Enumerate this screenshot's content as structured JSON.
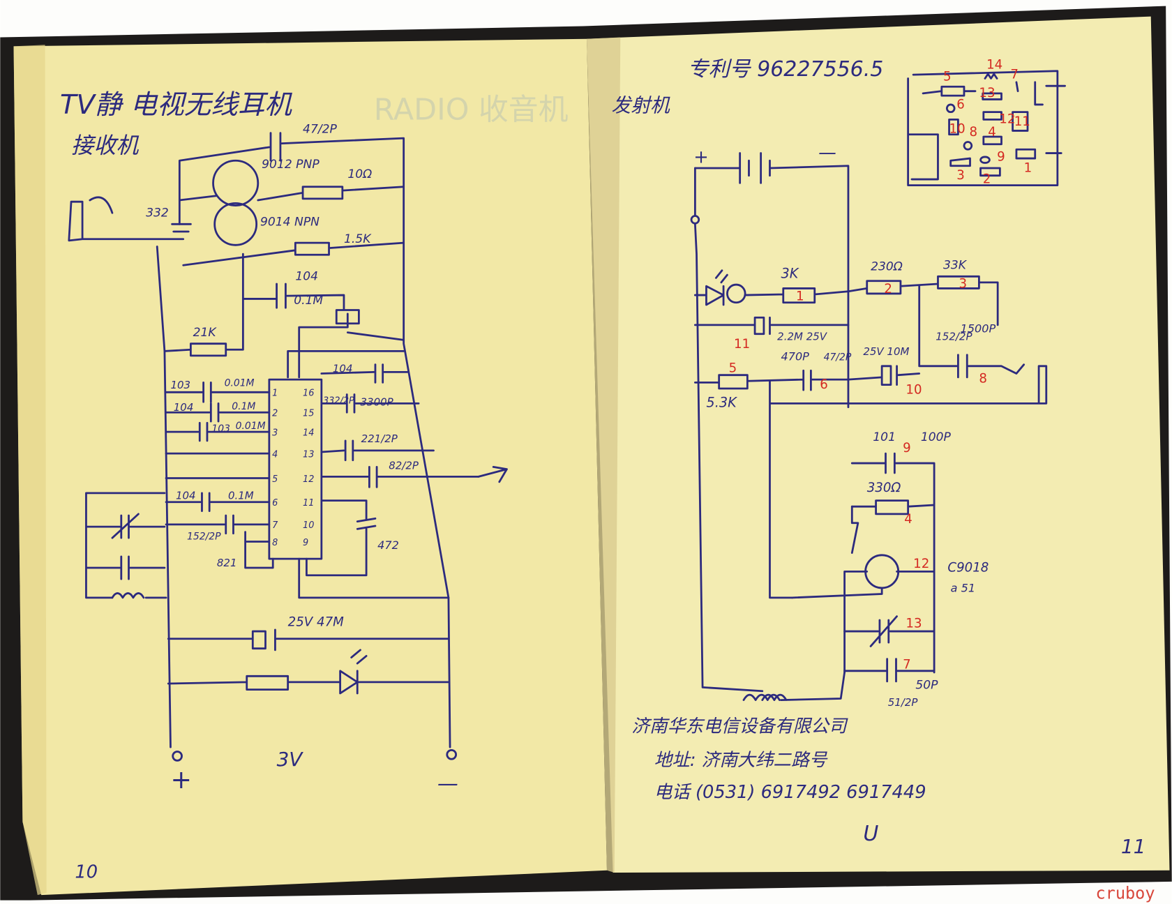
{
  "left_page": {
    "title": "TV静  电视无线耳机",
    "subtitle": "接收机",
    "labels": [
      "47/2P",
      "9012 PNP",
      "10Ω",
      "332",
      "9014 NPN",
      "1.5K",
      "104",
      "0.1M",
      "21K",
      "103",
      "0.01M",
      "104",
      "0.1M",
      "103",
      "0.01M",
      "104",
      "0.1M",
      "152/2P",
      "821",
      "104",
      "332/2P",
      "3300P",
      "221/2P",
      "82/2P",
      "472",
      "25V  47M"
    ],
    "ic_pins_left": [
      "1",
      "2",
      "3",
      "4",
      "5",
      "6",
      "7",
      "8"
    ],
    "ic_pins_right": [
      "16",
      "15",
      "14",
      "13",
      "12",
      "11",
      "10",
      "9"
    ],
    "voltage": "3V",
    "plus": "+",
    "minus": "—",
    "page_number": "10",
    "ghost_text": "RADIO 收音机"
  },
  "right_page": {
    "patent": "专利号  96227556.5",
    "title": "发射机",
    "labels": [
      "3K",
      "230Ω",
      "33K",
      "2.2M 25V",
      "152/2P",
      "1500P",
      "470P",
      "47/2P",
      "25V 10M",
      "5.3K",
      "101",
      "100P",
      "330Ω",
      "C9018",
      "a 51",
      "50P",
      "51/2P",
      "+",
      "—"
    ],
    "red_numbers": [
      "1",
      "2",
      "3",
      "11",
      "5",
      "6",
      "10",
      "8",
      "9",
      "4",
      "12",
      "13",
      "7"
    ],
    "pcb_numbers": [
      "5",
      "14",
      "7",
      "13",
      "6",
      "12",
      "11",
      "10",
      "8",
      "4",
      "9",
      "3",
      "2",
      "1"
    ],
    "company": "济南华东电信设备有限公司",
    "address": "地址: 济南大纬二路号",
    "phone": "电话 (0531)  6917492    6917449",
    "page_number": "11",
    "mark": "U"
  },
  "watermark": "cruboy",
  "colors": {
    "ink": "#2c2a7e",
    "red_ink": "#d42a22",
    "paper": "#f3eab0",
    "cover": "#1d1b1a"
  }
}
